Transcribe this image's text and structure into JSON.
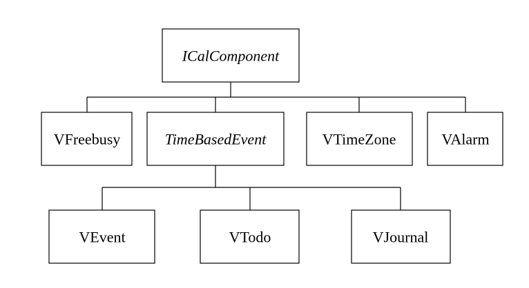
{
  "diagram": {
    "root": "ICalComponent",
    "level1": [
      "VFreebusy",
      "TimeBasedEvent",
      "VTimeZone",
      "VAlarm"
    ],
    "level2": [
      "VEvent",
      "VTodo",
      "VJournal"
    ]
  }
}
